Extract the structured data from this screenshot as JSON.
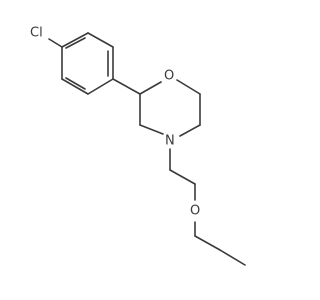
{
  "molecule": {
    "atoms": {
      "chlorine": "Cl",
      "ring_oxygen": "O",
      "ring_nitrogen": "N",
      "ether_oxygen": "O"
    }
  }
}
